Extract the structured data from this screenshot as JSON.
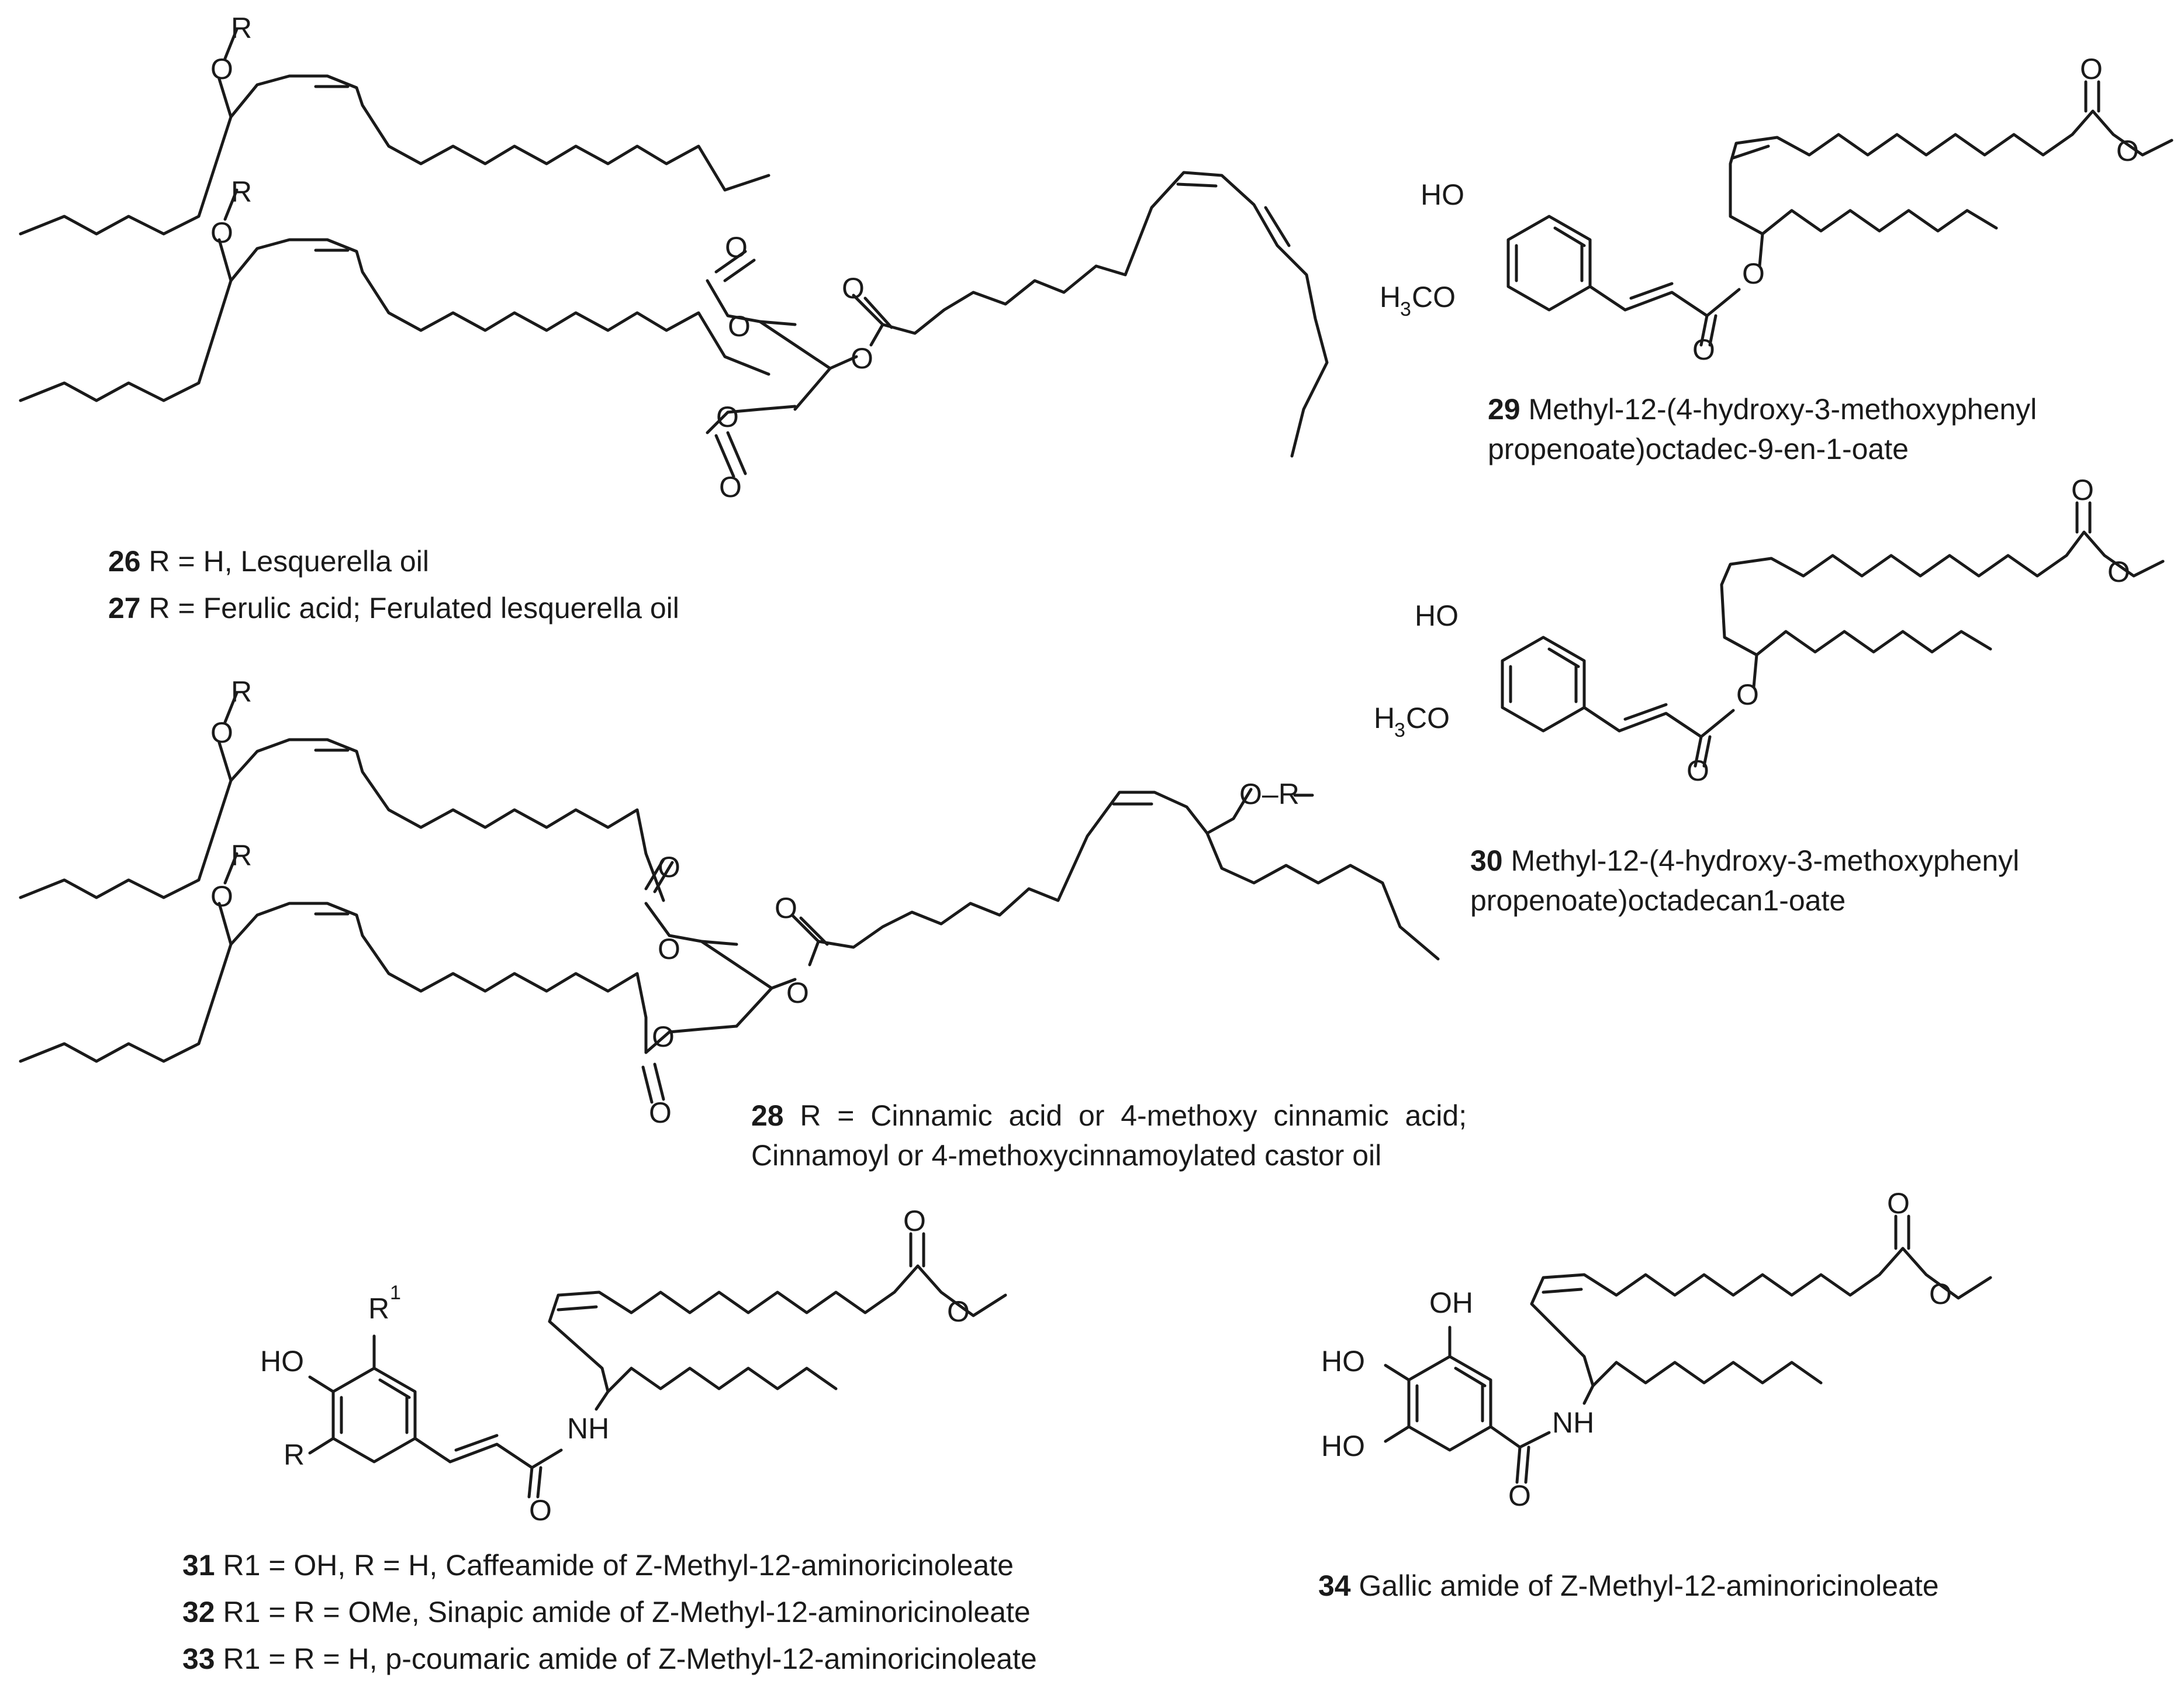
{
  "atoms": {
    "O": "O",
    "R": "R",
    "HO": "HO",
    "OH": "OH",
    "NH": "NH",
    "H3C": "H",
    "H3C_sub": "3",
    "H3C_tail": "CO",
    "O_R": "O–R",
    "R1": "R",
    "R1_sup": "1"
  },
  "captions": {
    "c26": {
      "num": "26",
      "text": " R = H, Lesquerella oil"
    },
    "c27": {
      "num": "27",
      "text": " R = Ferulic acid; Ferulated lesquerella oil"
    },
    "c29_line1": {
      "num": "29",
      "text": " Methyl-12-(4-hydroxy-3-methoxyphenyl"
    },
    "c29_line2": "propenoate)octadec-9-en-1-oate",
    "c30_line1": {
      "num": "30",
      "text": " Methyl-12-(4-hydroxy-3-methoxyphenyl"
    },
    "c30_line2": "propenoate)octadecan1-oate",
    "c28_line1": {
      "num": "28",
      "text": "  R  =  Cinnamic  acid  or  4-methoxy  cinnamic  acid;"
    },
    "c28_line2": "Cinnamoyl or 4-methoxycinnamoylated castor oil",
    "c31": {
      "num": "31",
      "text": " R1 = OH, R = H, Caffeamide of Z-Methyl-12-aminoricinoleate"
    },
    "c32": {
      "num": "32",
      "text": " R1 = R = OMe, Sinapic amide of Z-Methyl-12-aminoricinoleate"
    },
    "c33": {
      "num": "33",
      "text": " R1 = R = H, p-coumaric amide of Z-Methyl-12-aminoricinoleate"
    },
    "c34": {
      "num": "34",
      "text": " Gallic amide of Z-Methyl-12-aminoricinoleate"
    }
  },
  "colors": {
    "ink": "#1a1a1a",
    "background": "#ffffff"
  }
}
